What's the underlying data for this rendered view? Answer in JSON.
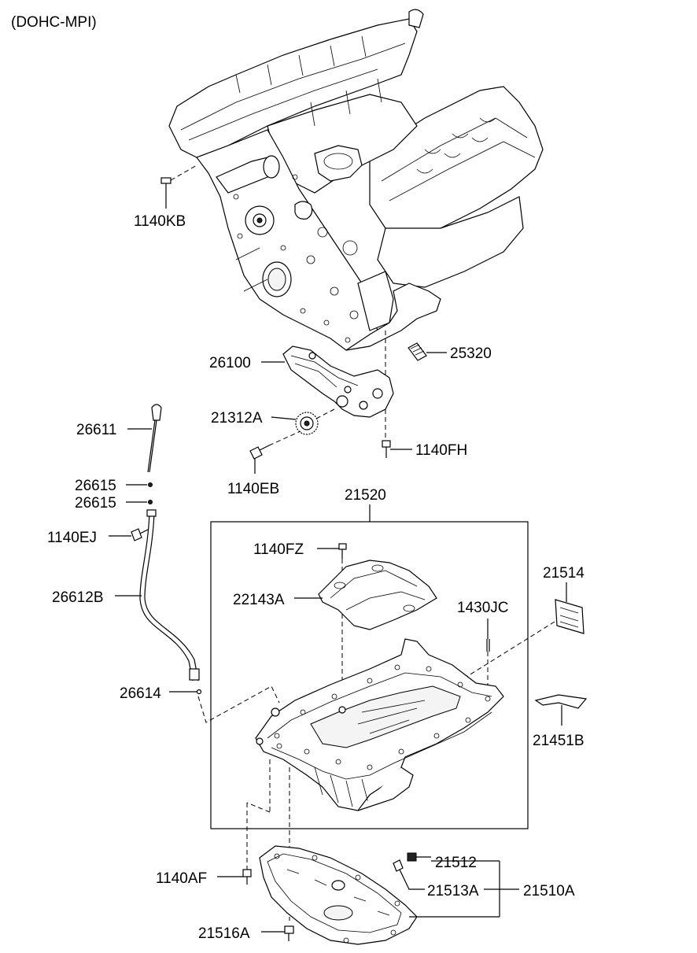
{
  "title": "(DOHC-MPI)",
  "labels": {
    "l1140KB": "1140KB",
    "l25320": "25320",
    "l26100": "26100",
    "l21312A": "21312A",
    "l1140FH": "1140FH",
    "l1140EB": "1140EB",
    "l26611": "26611",
    "l26615a": "26615",
    "l26615b": "26615",
    "l21520": "21520",
    "l1140EJ": "1140EJ",
    "l1140FZ": "1140FZ",
    "l22143A": "22143A",
    "l21514": "21514",
    "l1430JC": "1430JC",
    "l26612B": "26612B",
    "l26614": "26614",
    "l21451B": "21451B",
    "l21512": "21512",
    "l1140AF": "1140AF",
    "l21513A": "21513A",
    "l21510A": "21510A",
    "l21516A": "21516A"
  }
}
